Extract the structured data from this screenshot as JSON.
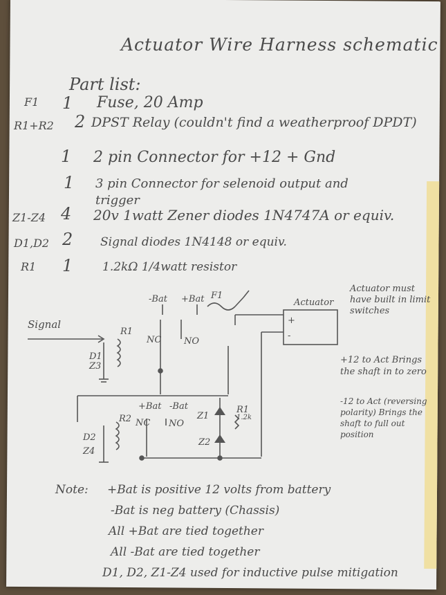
{
  "title": "Actuator Wire Harness schematic",
  "parts_heading": "Part list:",
  "parts": [
    {
      "ref": "F1",
      "qty": "1",
      "desc": "Fuse, 20 Amp"
    },
    {
      "ref": "R1+R2",
      "qty": "2",
      "desc": "DPST Relay (couldn't find a weatherproof DPDT)"
    },
    {
      "ref": "",
      "qty": "1",
      "desc": "2 pin Connector for +12 + Gnd"
    },
    {
      "ref": "",
      "qty": "1",
      "desc": "3 pin Connector for selenoid output and trigger"
    },
    {
      "ref": "Z1-Z4",
      "qty": "4",
      "desc": "20v 1watt Zener diodes 1N4747A or equiv."
    },
    {
      "ref": "D1,D2",
      "qty": "2",
      "desc": "Signal diodes 1N4148 or equiv."
    },
    {
      "ref": "R1",
      "qty": "1",
      "desc": "1.2kΩ 1/4watt resistor"
    }
  ],
  "schematic": {
    "signal": "Signal",
    "minus_bat": "-Bat",
    "plus_bat": "+Bat",
    "fuse": "F1",
    "actuator": "Actuator",
    "act_plus": "+",
    "act_minus": "-",
    "nc": "NC",
    "no": "NO",
    "r1": "R1",
    "r2": "R2",
    "d1": "D1",
    "d2": "D2",
    "z1": "Z1",
    "z2": "Z2",
    "z3": "Z3",
    "z4": "Z4",
    "res": "R1",
    "res_val": "1.2k",
    "plus_bat2": "+Bat",
    "minus_bat2": "-Bat",
    "nc2": "NC",
    "no2": "NO"
  },
  "side_notes": {
    "limit": "Actuator must have built in limit switches",
    "plus12": "+12 to Act Brings the shaft in to zero",
    "minus12": "-12 to Act (reversing polarity) Brings the shaft to full out position"
  },
  "note_label": "Note:",
  "notes": [
    "+Bat is positive 12 volts from battery",
    "-Bat is neg battery (Chassis)",
    "All +Bat are tied together",
    "All -Bat are tied together",
    "D1, D2, Z1-Z4 used for inductive pulse mitigation"
  ]
}
